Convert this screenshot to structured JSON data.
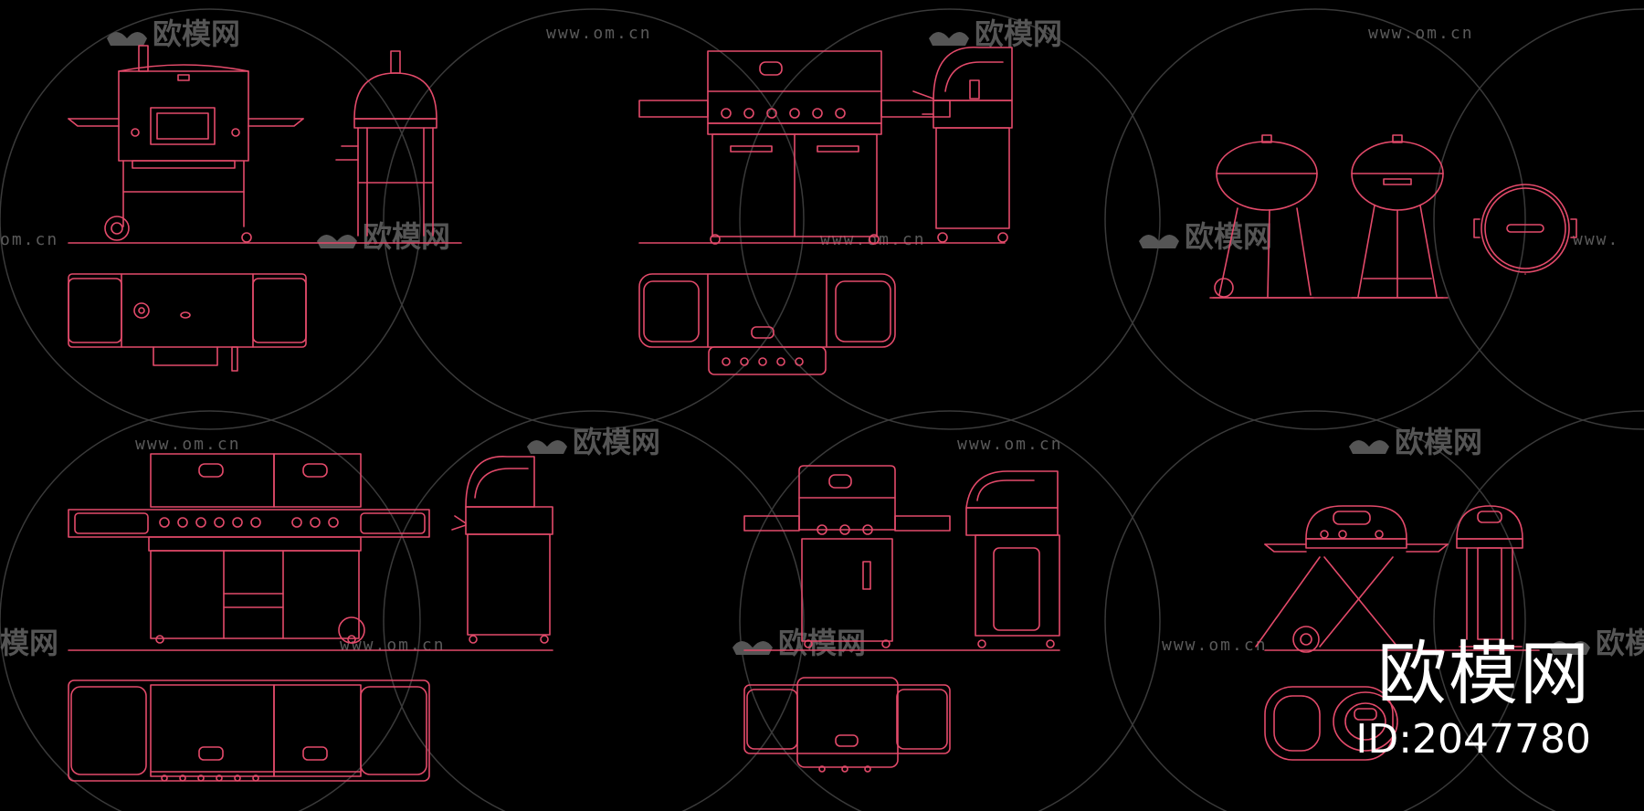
{
  "watermark": {
    "brand": "欧模网",
    "url": "www.om.cn",
    "url_short": "om.cn",
    "url_prefix": "www.",
    "brand_partial": "模网",
    "brand_partial_left": "欧模"
  },
  "overlay": {
    "brand": "欧模网",
    "id": "ID:2047780"
  },
  "colors": {
    "background": "#000000",
    "cad_line": "#e34a6a",
    "watermark": "#555555",
    "overlay_text": "#ffffff"
  },
  "drawings": [
    {
      "name": "pellet-smoker-grill"
    },
    {
      "name": "three-burner-gas-grill"
    },
    {
      "name": "kettle-charcoal-grill"
    },
    {
      "name": "six-burner-gas-grill-with-side-burner"
    },
    {
      "name": "two-burner-gas-grill"
    },
    {
      "name": "portable-folding-grill"
    }
  ]
}
